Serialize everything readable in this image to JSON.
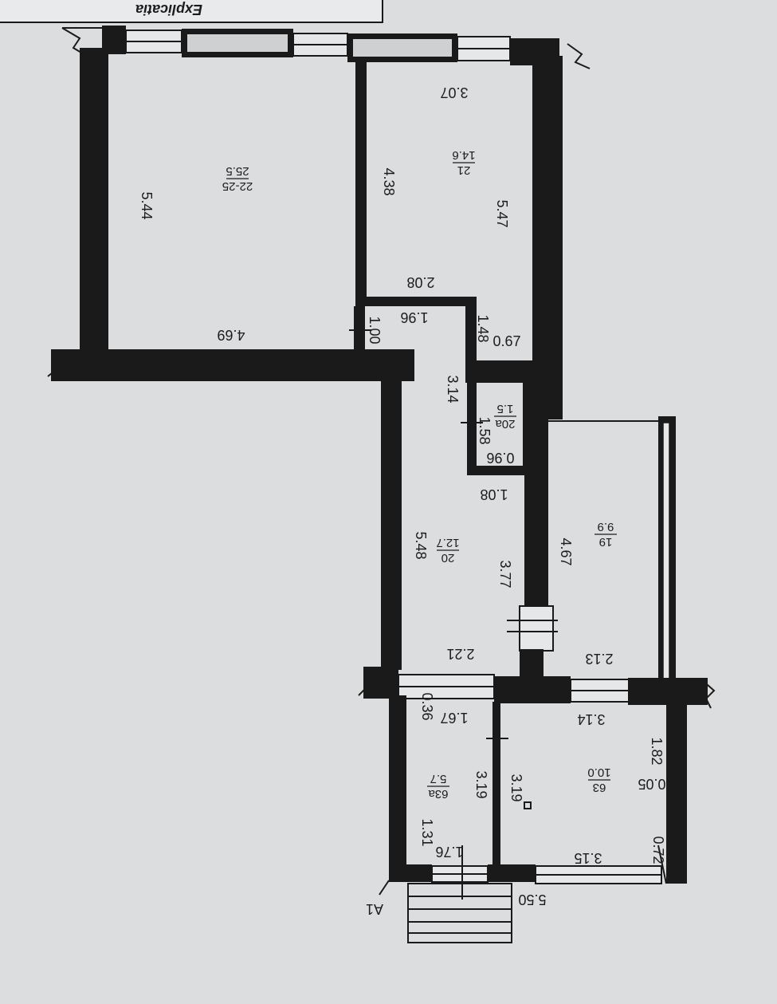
{
  "header_label": "Explicatia",
  "entrance_label": "A1",
  "rooms": [
    {
      "id": "22-25",
      "area": "25.5"
    },
    {
      "id": "21",
      "area": "14.6"
    },
    {
      "id": "20a",
      "area": "1.5"
    },
    {
      "id": "20",
      "area": "12.7"
    },
    {
      "id": "19",
      "area": "9.9"
    },
    {
      "id": "63a",
      "area": "5.7"
    },
    {
      "id": "63",
      "area": "10.0"
    }
  ],
  "dimensions": {
    "d_5_44": "5.44",
    "d_4_69": "4.69",
    "d_4_38": "4.38",
    "d_3_07": "3.07",
    "d_5_47": "5.47",
    "d_2_08": "2.08",
    "d_1_96": "1.96",
    "d_1_00": "1.00",
    "d_1_48": "1.48",
    "d_0_67": "0.67",
    "d_3_14_a": "3.14",
    "d_1_58": "1.58",
    "d_0_96": "0.96",
    "d_1_08": "1.08",
    "d_5_48": "5.48",
    "d_3_77": "3.77",
    "d_4_67": "4.67",
    "d_2_21": "2.21",
    "d_2_13": "2.13",
    "d_0_36": "0.36",
    "d_1_67": "1.67",
    "d_3_14_b": "3.14",
    "d_1_82": "1.82",
    "d_3_19_a": "3.19",
    "d_3_19_b": "3.19",
    "d_0_05": "0.05",
    "d_1_31": "1.31",
    "d_1_76": "1.76",
    "d_3_15": "3.15",
    "d_0_72": "0.72",
    "d_5_50": "5.50"
  }
}
